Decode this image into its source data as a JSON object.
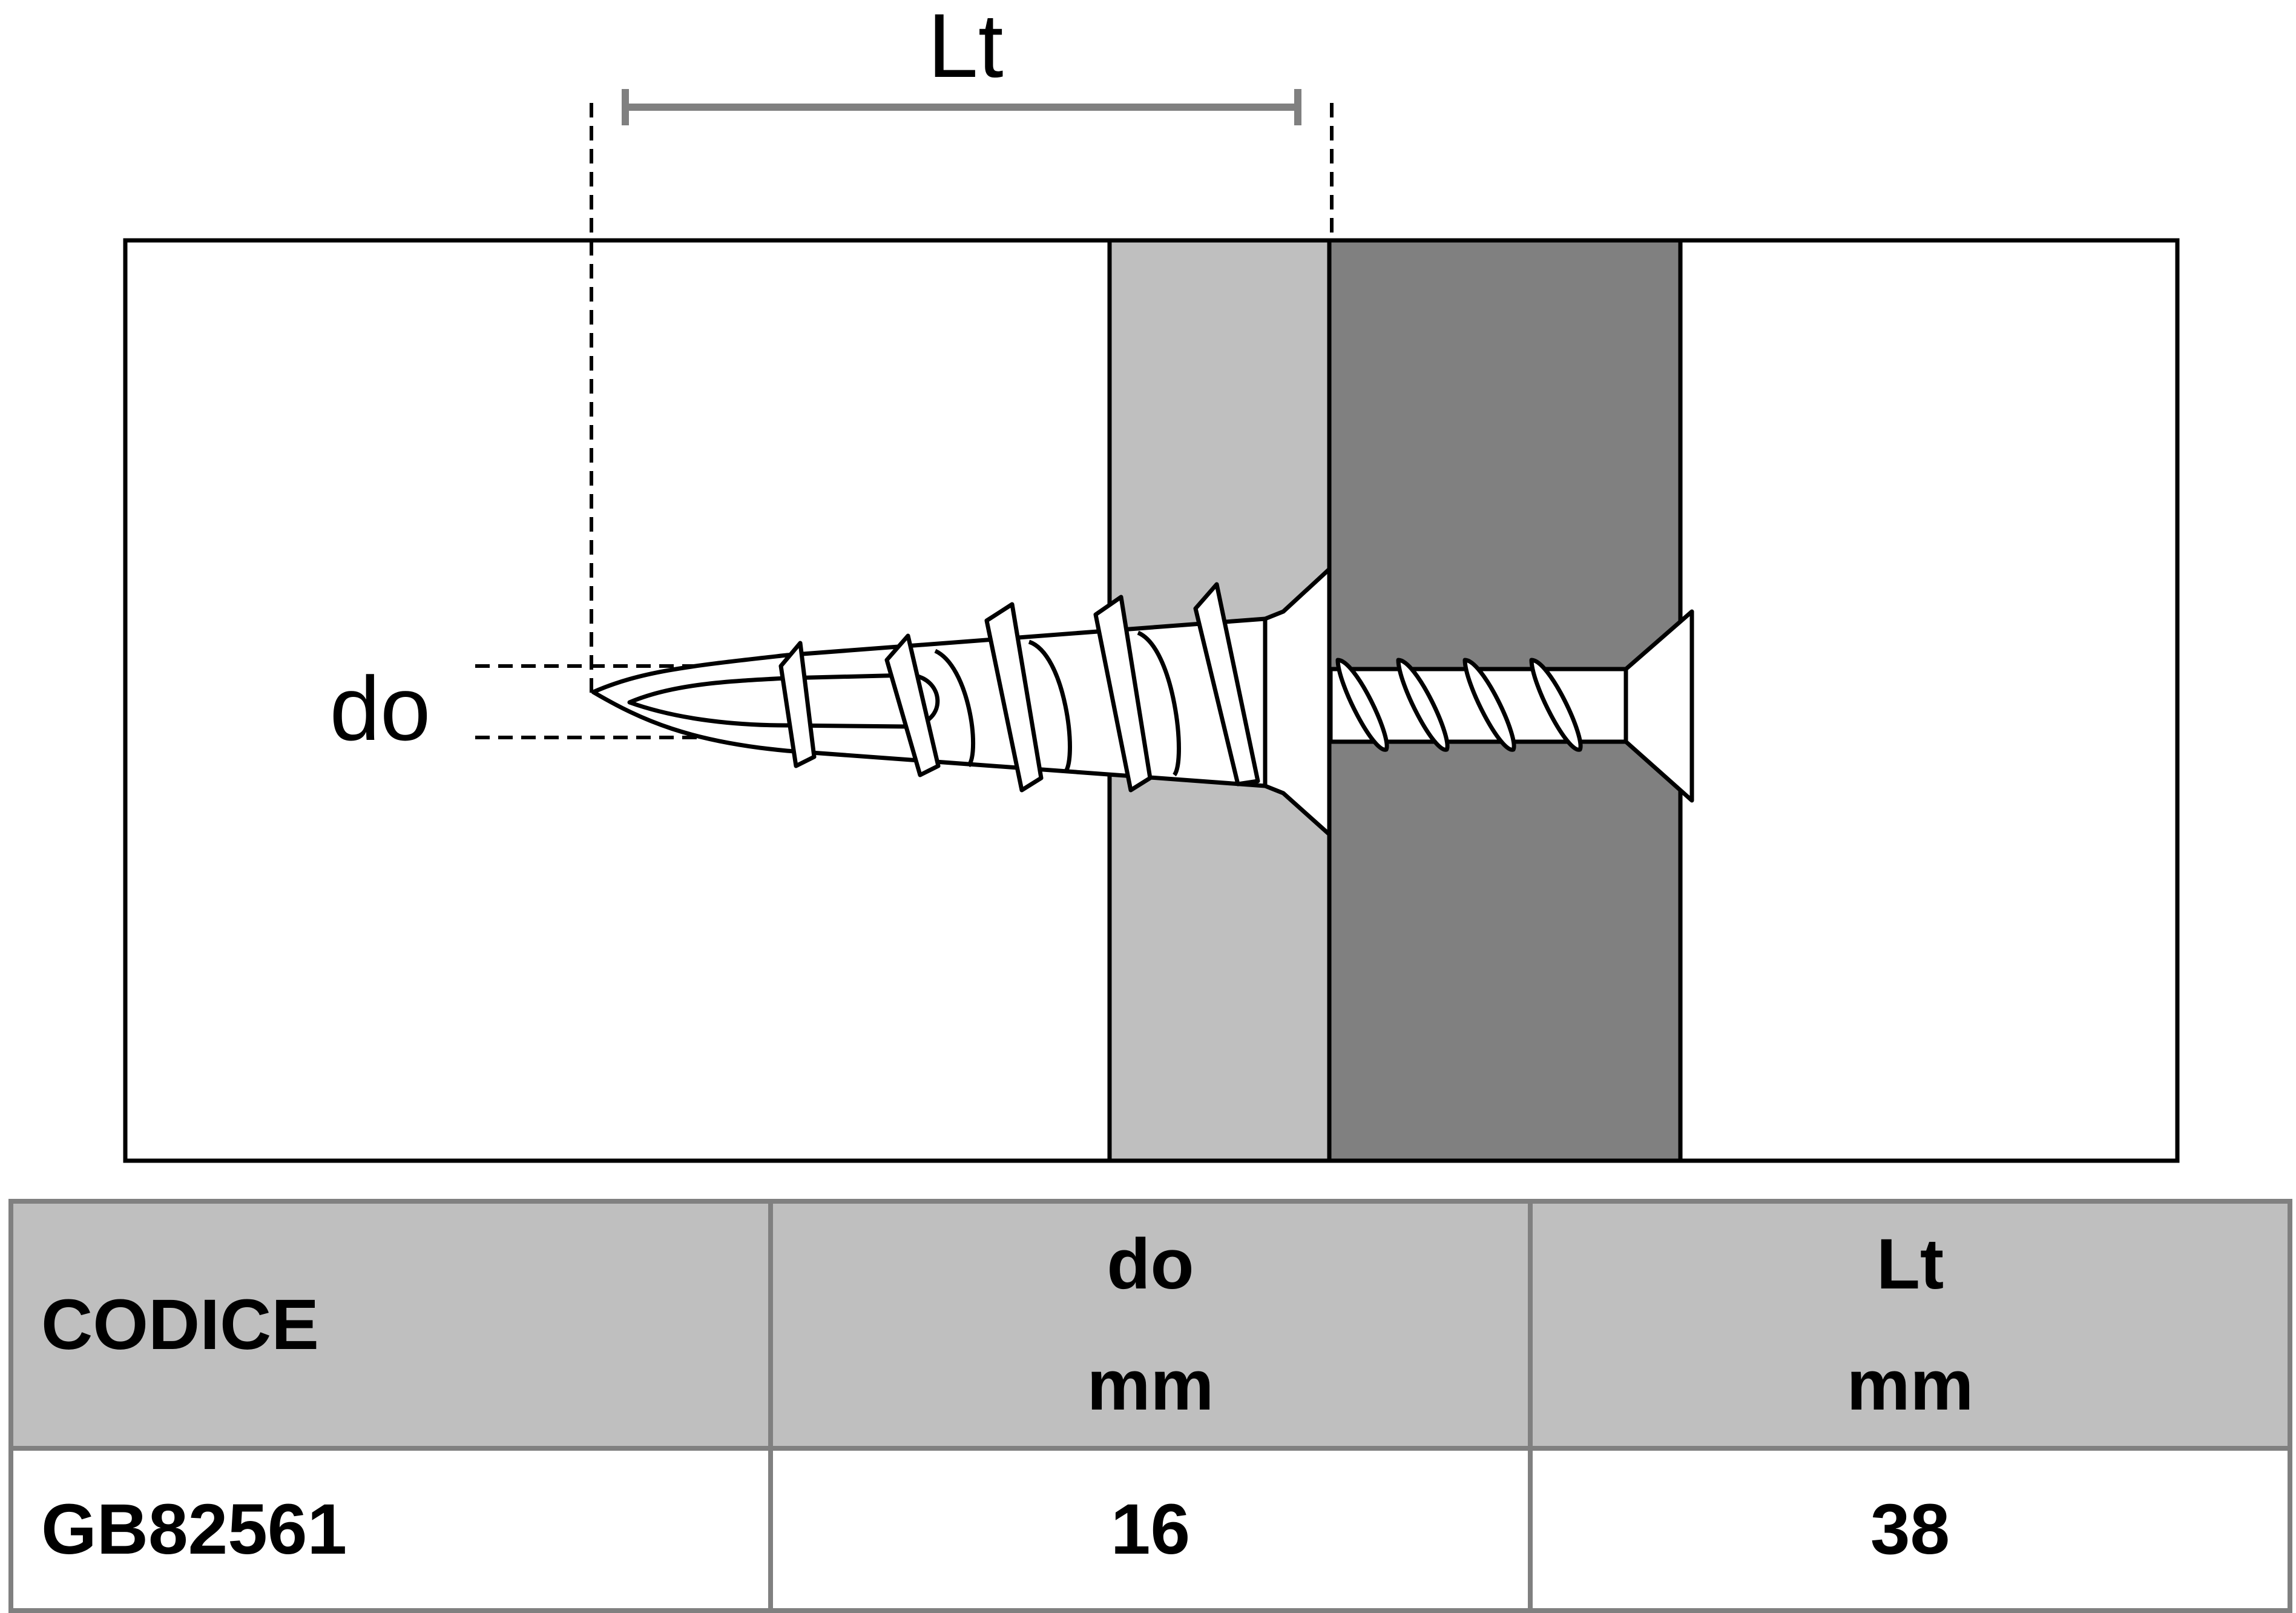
{
  "diagram": {
    "labels": {
      "lt": "Lt",
      "do": "do"
    },
    "colors": {
      "outline": "#000000",
      "panel_light": "#bfbfbf",
      "panel_dark": "#808080",
      "dimension_bar": "#808080",
      "background": "#ffffff"
    }
  },
  "table": {
    "headers": [
      {
        "lines": [
          "CODICE"
        ]
      },
      {
        "lines": [
          "do",
          "mm"
        ]
      },
      {
        "lines": [
          "Lt",
          "mm"
        ]
      }
    ],
    "rows": [
      {
        "code": "GB82561",
        "do": "16",
        "lt": "38"
      }
    ],
    "colors": {
      "header_bg": "#bfbfbf",
      "border": "#808080"
    }
  }
}
